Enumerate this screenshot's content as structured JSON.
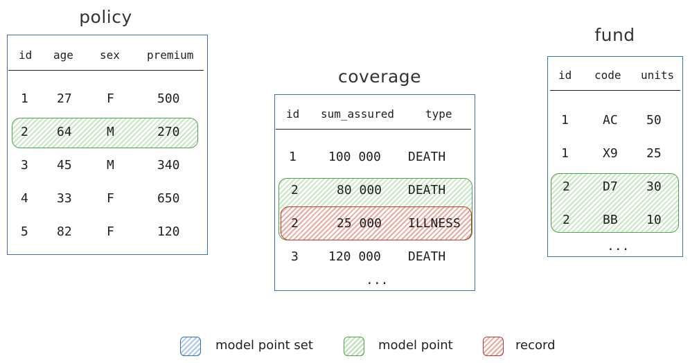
{
  "policy": {
    "title": "policy",
    "headers": [
      "id",
      "age",
      "sex",
      "premium"
    ],
    "rows": [
      [
        "1",
        "27",
        "F",
        "500"
      ],
      [
        "2",
        "64",
        "M",
        "270"
      ],
      [
        "3",
        "45",
        "M",
        "340"
      ],
      [
        "4",
        "33",
        "F",
        "650"
      ],
      [
        "5",
        "82",
        "F",
        "120"
      ]
    ]
  },
  "coverage": {
    "title": "coverage",
    "headers": [
      "id",
      "sum_assured",
      "type"
    ],
    "rows": [
      [
        "1",
        "100 000",
        "DEATH"
      ],
      [
        "2",
        "80 000",
        "DEATH"
      ],
      [
        "2",
        "25 000",
        "ILLNESS"
      ],
      [
        "3",
        "120 000",
        "DEATH"
      ]
    ],
    "ellipsis": "..."
  },
  "fund": {
    "title": "fund",
    "headers": [
      "id",
      "code",
      "units"
    ],
    "rows": [
      [
        "1",
        "AC",
        "50"
      ],
      [
        "1",
        "X9",
        "25"
      ],
      [
        "2",
        "D7",
        "30"
      ],
      [
        "2",
        "BB",
        "10"
      ]
    ],
    "ellipsis": "..."
  },
  "legend": {
    "items": [
      {
        "label": "model point set",
        "color": "#3b6fb6"
      },
      {
        "label": "model point",
        "color": "#4fa04a"
      },
      {
        "label": "record",
        "color": "#c0392b"
      }
    ]
  }
}
